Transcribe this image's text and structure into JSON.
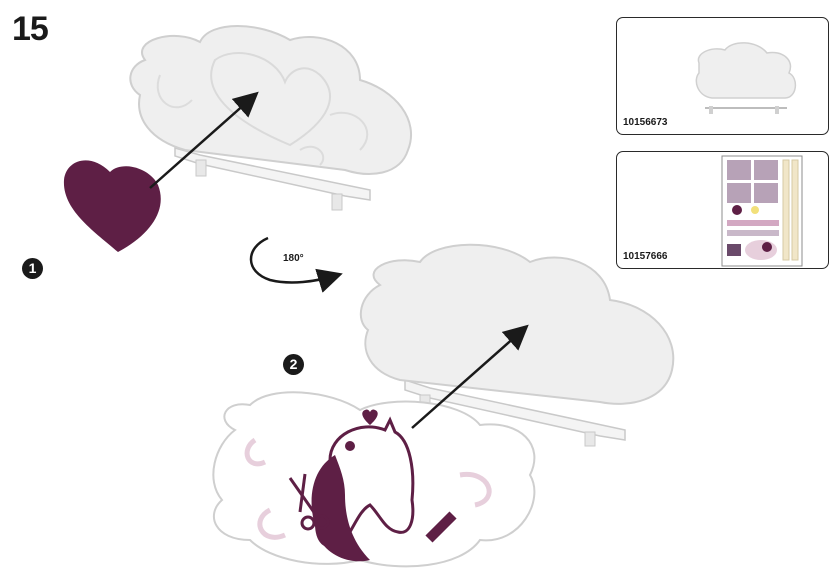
{
  "step": {
    "number": "15"
  },
  "substeps": [
    {
      "label": "1"
    },
    {
      "label": "2"
    }
  ],
  "rotation": {
    "label": "180°"
  },
  "parts_panels": [
    {
      "code": "10156673",
      "icon": "cloud-stand-part-icon"
    },
    {
      "code": "10157666",
      "icon": "sticker-sheet-icon"
    }
  ],
  "colors": {
    "heart": "#5e1f45",
    "cloud": "#efefef",
    "outline": "#c9c9c9",
    "ink": "#1a1a1a",
    "sticker_pink": "#e7cfdc"
  }
}
